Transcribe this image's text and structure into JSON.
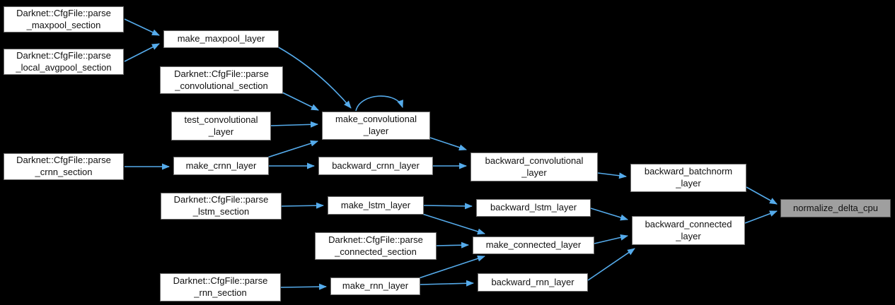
{
  "diagram": {
    "type": "caller-graph",
    "highlighted_node": "normalize_delta_cpu",
    "colors": {
      "background": "#000000",
      "edge": "#55abeb",
      "node_fill": "#ffffff",
      "node_border": "#6e6e6e",
      "highlight_fill": "#9f9f9f",
      "text": "#111111"
    },
    "nodes": [
      {
        "id": "parse-maxpool-section",
        "label": "Darknet::CfgFile::parse\n_maxpool_section"
      },
      {
        "id": "parse-local-avgpool-section",
        "label": "Darknet::CfgFile::parse\n_local_avgpool_section"
      },
      {
        "id": "make-maxpool-layer",
        "label": "make_maxpool_layer"
      },
      {
        "id": "parse-convolutional-section",
        "label": "Darknet::CfgFile::parse\n_convolutional_section"
      },
      {
        "id": "test-convolutional-layer",
        "label": "test_convolutional\n_layer"
      },
      {
        "id": "make-convolutional-layer",
        "label": "make_convolutional\n_layer"
      },
      {
        "id": "parse-crnn-section",
        "label": "Darknet::CfgFile::parse\n_crnn_section"
      },
      {
        "id": "make-crnn-layer",
        "label": "make_crnn_layer"
      },
      {
        "id": "backward-crnn-layer",
        "label": "backward_crnn_layer"
      },
      {
        "id": "backward-convolutional-layer",
        "label": "backward_convolutional\n_layer"
      },
      {
        "id": "backward-batchnorm-layer",
        "label": "backward_batchnorm\n_layer"
      },
      {
        "id": "parse-lstm-section",
        "label": "Darknet::CfgFile::parse\n_lstm_section"
      },
      {
        "id": "make-lstm-layer",
        "label": "make_lstm_layer"
      },
      {
        "id": "backward-lstm-layer",
        "label": "backward_lstm_layer"
      },
      {
        "id": "backward-connected-layer",
        "label": "backward_connected\n_layer"
      },
      {
        "id": "parse-connected-section",
        "label": "Darknet::CfgFile::parse\n_connected_section"
      },
      {
        "id": "make-connected-layer",
        "label": "make_connected_layer"
      },
      {
        "id": "parse-rnn-section",
        "label": "Darknet::CfgFile::parse\n_rnn_section"
      },
      {
        "id": "make-rnn-layer",
        "label": "make_rnn_layer"
      },
      {
        "id": "backward-rnn-layer",
        "label": "backward_rnn_layer"
      },
      {
        "id": "normalize-delta-cpu",
        "label": "normalize_delta_cpu",
        "highlighted": true
      }
    ],
    "edges": [
      {
        "from": "Darknet::CfgFile::parse_maxpool_section",
        "to": "make_maxpool_layer"
      },
      {
        "from": "Darknet::CfgFile::parse_local_avgpool_section",
        "to": "make_maxpool_layer"
      },
      {
        "from": "make_maxpool_layer",
        "to": "make_convolutional_layer"
      },
      {
        "from": "Darknet::CfgFile::parse_convolutional_section",
        "to": "make_convolutional_layer"
      },
      {
        "from": "make_convolutional_layer",
        "to": "make_convolutional_layer"
      },
      {
        "from": "test_convolutional_layer",
        "to": "make_convolutional_layer"
      },
      {
        "from": "make_crnn_layer",
        "to": "make_convolutional_layer"
      },
      {
        "from": "Darknet::CfgFile::parse_crnn_section",
        "to": "make_crnn_layer"
      },
      {
        "from": "make_crnn_layer",
        "to": "backward_crnn_layer"
      },
      {
        "from": "backward_crnn_layer",
        "to": "backward_convolutional_layer"
      },
      {
        "from": "make_convolutional_layer",
        "to": "backward_convolutional_layer"
      },
      {
        "from": "backward_convolutional_layer",
        "to": "backward_batchnorm_layer"
      },
      {
        "from": "backward_batchnorm_layer",
        "to": "normalize_delta_cpu"
      },
      {
        "from": "Darknet::CfgFile::parse_lstm_section",
        "to": "make_lstm_layer"
      },
      {
        "from": "make_lstm_layer",
        "to": "backward_lstm_layer"
      },
      {
        "from": "make_lstm_layer",
        "to": "make_connected_layer"
      },
      {
        "from": "Darknet::CfgFile::parse_connected_section",
        "to": "make_connected_layer"
      },
      {
        "from": "make_rnn_layer",
        "to": "make_connected_layer"
      },
      {
        "from": "Darknet::CfgFile::parse_rnn_section",
        "to": "make_rnn_layer"
      },
      {
        "from": "make_rnn_layer",
        "to": "backward_rnn_layer"
      },
      {
        "from": "backward_lstm_layer",
        "to": "backward_connected_layer"
      },
      {
        "from": "make_connected_layer",
        "to": "backward_connected_layer"
      },
      {
        "from": "backward_rnn_layer",
        "to": "backward_connected_layer"
      },
      {
        "from": "backward_connected_layer",
        "to": "normalize_delta_cpu"
      }
    ]
  }
}
